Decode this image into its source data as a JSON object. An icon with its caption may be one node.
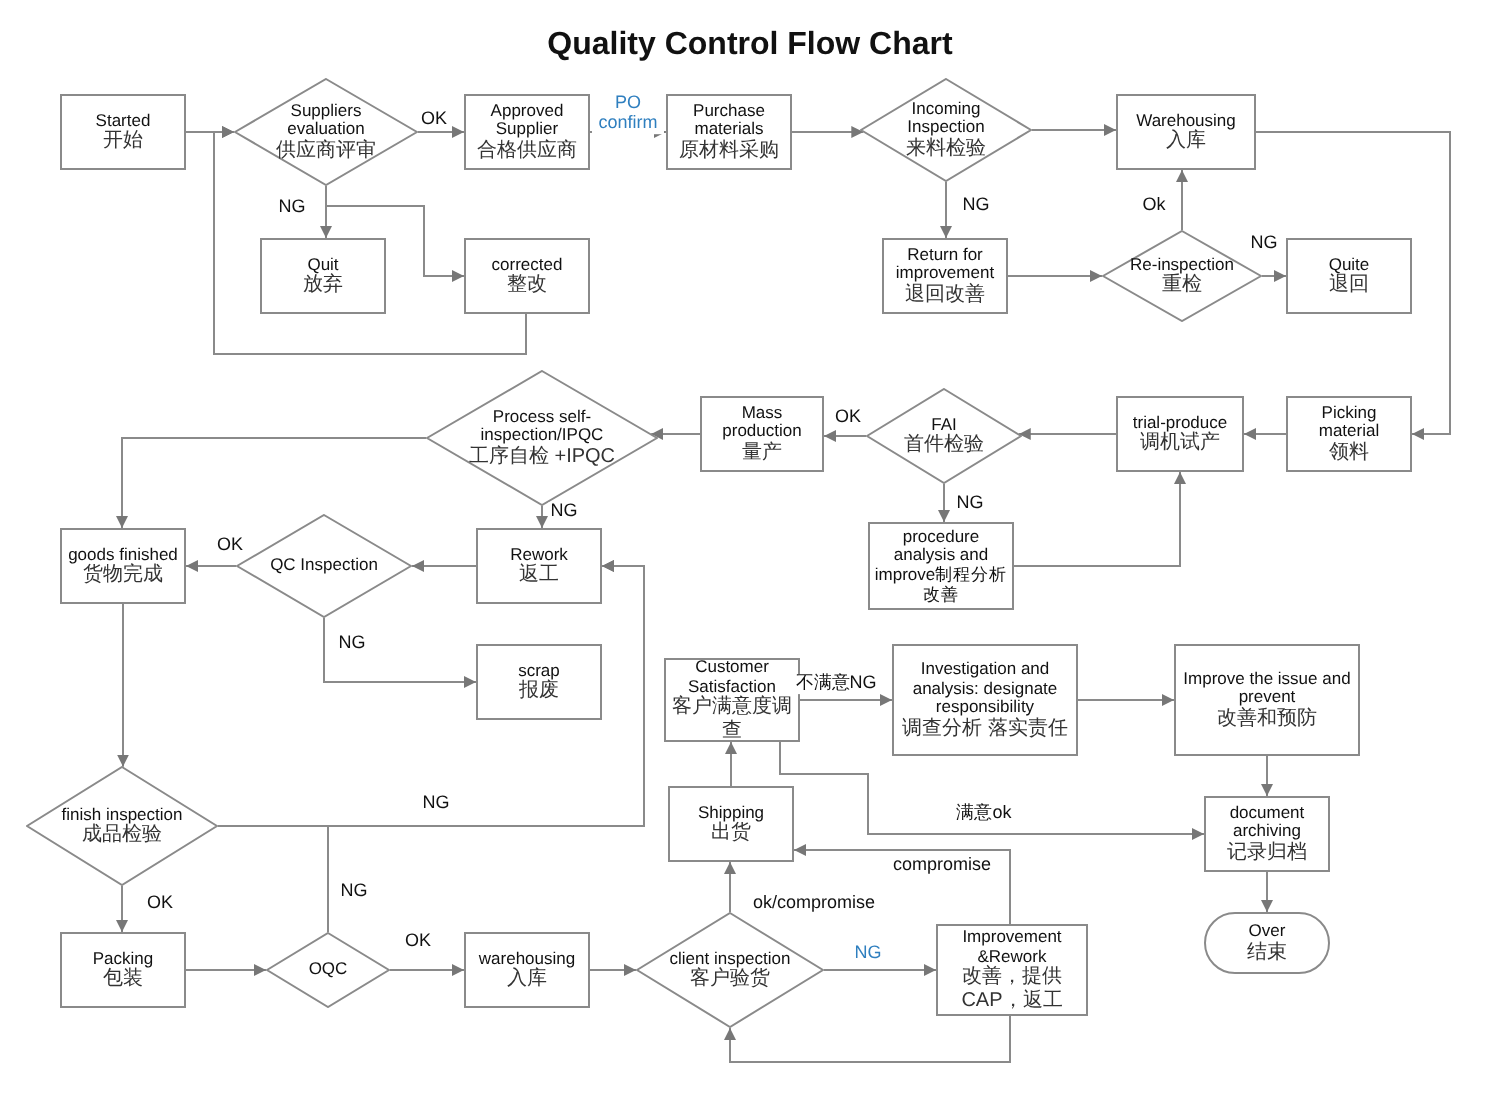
{
  "diagram": {
    "title": "Quality Control Flow Chart",
    "nodes": [
      {
        "text": [
          "Started",
          "开始"
        ]
      },
      {
        "text": [
          "Suppliers evaluation",
          "供应商评审"
        ]
      },
      {
        "text": [
          "Approved Supplier",
          "合格供应商"
        ]
      },
      {
        "text": [
          "Purchase materials",
          "原材料采购"
        ]
      },
      {
        "text": [
          "Incoming Inspection",
          "来料检验"
        ]
      },
      {
        "text": [
          "Warehousing",
          "入库"
        ]
      },
      {
        "text": [
          "Quit",
          "放弃"
        ]
      },
      {
        "text": [
          "corrected",
          "整改"
        ]
      },
      {
        "text": [
          "Return for improvement",
          "退回改善"
        ]
      },
      {
        "text": [
          "Re-inspection",
          "重检"
        ]
      },
      {
        "text": [
          "Quite",
          "退回"
        ]
      },
      {
        "text": [
          "Picking material",
          "领料"
        ]
      },
      {
        "text": [
          "trial-produce",
          "调机试产"
        ]
      },
      {
        "text": [
          "FAI",
          "首件检验"
        ]
      },
      {
        "text": [
          "procedure analysis and improve制程分析改善"
        ]
      },
      {
        "text": [
          "Mass production",
          "量产"
        ]
      },
      {
        "text": [
          "Process self-inspection/IPQC",
          "工序自检 +IPQC"
        ]
      },
      {
        "text": [
          "goods finished",
          "货物完成"
        ]
      },
      {
        "text": [
          "QC Inspection"
        ]
      },
      {
        "text": [
          "Rework",
          "返工"
        ]
      },
      {
        "text": [
          "scrap",
          "报废"
        ]
      },
      {
        "text": [
          "Customer Satisfaction",
          "客户满意度调查"
        ]
      },
      {
        "text": [
          "Investigation and analysis: designate responsibility",
          "调查分析 落实责任"
        ]
      },
      {
        "text": [
          "Improve the issue and prevent",
          "改善和预防"
        ]
      },
      {
        "text": [
          "finish inspection",
          "成品检验"
        ]
      },
      {
        "text": [
          "Shipping",
          "出货"
        ]
      },
      {
        "text": [
          "document archiving",
          "记录归档"
        ]
      },
      {
        "text": [
          "Packing",
          "包装"
        ]
      },
      {
        "text": [
          "OQC"
        ]
      },
      {
        "text": [
          "warehousing",
          "入库"
        ]
      },
      {
        "text": [
          "client inspection",
          "客户验货"
        ]
      },
      {
        "text": [
          "Improvement &Rework",
          "改善，提供CAP，返工"
        ]
      },
      {
        "text": [
          "Over",
          "结束"
        ]
      }
    ],
    "edges": [
      {
        "from": 0,
        "to": 1,
        "arrow": "to"
      },
      {
        "from": 1,
        "to": 2,
        "arrow": "to",
        "label": "OK"
      },
      {
        "from": 2,
        "to": 3,
        "arrow": "to",
        "label": "PO confirm"
      },
      {
        "from": 3,
        "to": 4,
        "arrow": "to"
      },
      {
        "from": 4,
        "to": 5,
        "arrow": "to"
      },
      {
        "from": 1,
        "to": 6,
        "arrow": "to",
        "label": "NG"
      },
      {
        "from": 1,
        "to": 7,
        "arrow": "to"
      },
      {
        "from": 7,
        "to": 1,
        "arrow": "to"
      },
      {
        "from": 4,
        "to": 8,
        "arrow": "to",
        "label": "NG"
      },
      {
        "from": 8,
        "to": 9,
        "arrow": "to"
      },
      {
        "from": 9,
        "to": 5,
        "arrow": "to",
        "label": "Ok"
      },
      {
        "from": 9,
        "to": 10,
        "arrow": "to",
        "label": "NG"
      },
      {
        "from": 5,
        "to": 11,
        "arrow": "to"
      },
      {
        "from": 11,
        "to": 12,
        "arrow": "to"
      },
      {
        "from": 12,
        "to": 13,
        "arrow": "to"
      },
      {
        "from": 13,
        "to": 15,
        "arrow": "to",
        "label": "OK"
      },
      {
        "from": 13,
        "to": 14,
        "arrow": "to",
        "label": "NG"
      },
      {
        "from": 14,
        "to": 12,
        "arrow": "to"
      },
      {
        "from": 15,
        "to": 16,
        "arrow": "to"
      },
      {
        "from": 16,
        "to": 17,
        "arrow": "to"
      },
      {
        "from": 16,
        "to": 19,
        "arrow": "to",
        "label": "NG"
      },
      {
        "from": 19,
        "to": 18,
        "arrow": "to"
      },
      {
        "from": 18,
        "to": 17,
        "arrow": "to",
        "label": "OK"
      },
      {
        "from": 18,
        "to": 20,
        "arrow": "to",
        "label": "NG"
      },
      {
        "from": 17,
        "to": 24,
        "arrow": "to"
      },
      {
        "from": 24,
        "to": 19,
        "arrow": "to",
        "label": "NG"
      },
      {
        "from": 28,
        "to": 19,
        "arrow": "to",
        "label": "NG"
      },
      {
        "from": 24,
        "to": 27,
        "arrow": "to",
        "label": "OK"
      },
      {
        "from": 27,
        "to": 28,
        "arrow": "to"
      },
      {
        "from": 28,
        "to": 29,
        "arrow": "to",
        "label": "OK"
      },
      {
        "from": 29,
        "to": 30,
        "arrow": "to"
      },
      {
        "from": 30,
        "to": 25,
        "arrow": "to",
        "label": "ok/compromise"
      },
      {
        "from": 30,
        "to": 31,
        "arrow": "to",
        "label": "NG"
      },
      {
        "from": 31,
        "to": 25,
        "arrow": "to",
        "label": "compromise"
      },
      {
        "from": 31,
        "to": 30,
        "arrow": "to"
      },
      {
        "from": 25,
        "to": 21,
        "arrow": "to"
      },
      {
        "from": 21,
        "to": 22,
        "arrow": "to",
        "label": "不满意NG"
      },
      {
        "from": 22,
        "to": 23,
        "arrow": "to"
      },
      {
        "from": 21,
        "to": 26,
        "arrow": "to",
        "label": "满意ok"
      },
      {
        "from": 23,
        "to": 26,
        "arrow": "to"
      },
      {
        "from": 26,
        "to": 32,
        "arrow": "to"
      }
    ]
  }
}
